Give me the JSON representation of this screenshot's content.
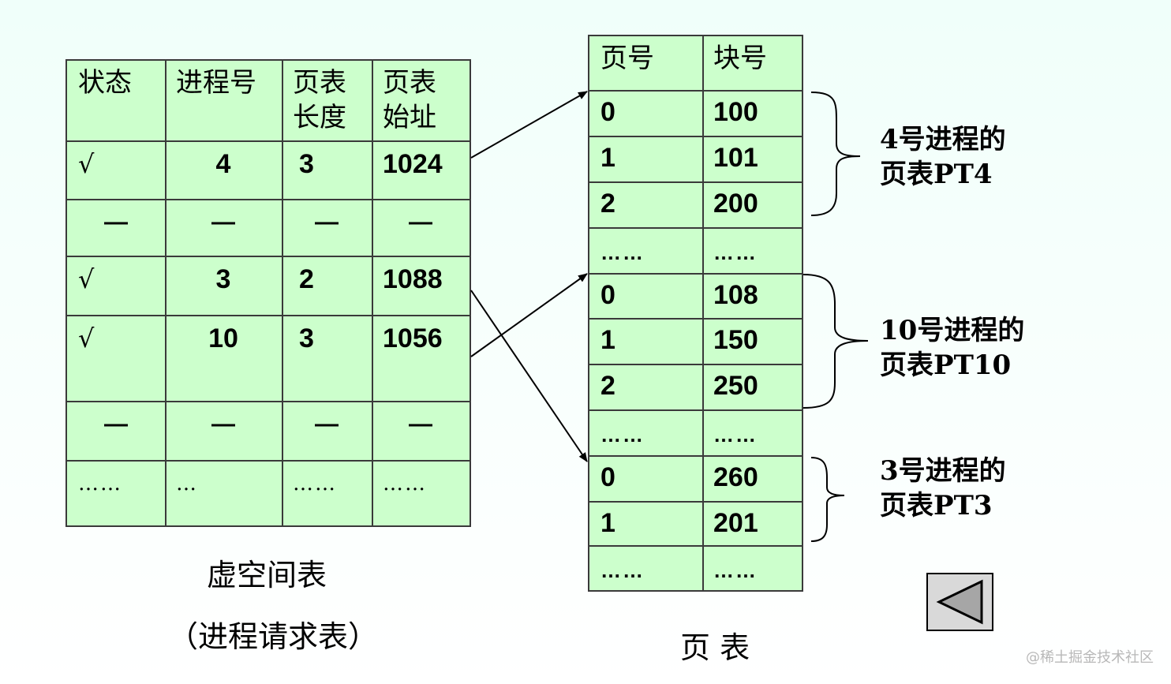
{
  "virtual_table": {
    "headers": [
      [
        "状态"
      ],
      [
        "进程号"
      ],
      [
        "页表",
        "长度"
      ],
      [
        "页表",
        "始址"
      ]
    ],
    "rows": [
      {
        "status": "√",
        "pid": "4",
        "length": "3",
        "start": "1024"
      },
      {
        "status": "—",
        "pid": "—",
        "length": "—",
        "start": "—"
      },
      {
        "status": "√",
        "pid": "3",
        "length": "2",
        "start": "1088"
      },
      {
        "status": "√",
        "pid": "10",
        "length": "3",
        "start": "1056"
      },
      {
        "status": "—",
        "pid": "—",
        "length": "—",
        "start": "—"
      },
      {
        "status": "……",
        "pid": "…",
        "length": "……",
        "start": "……"
      }
    ],
    "caption_line1": "虚空间表",
    "caption_line2": "（进程请求表）"
  },
  "page_table": {
    "headers": [
      "页号",
      "块号"
    ],
    "rows": [
      {
        "page": "0",
        "block": "100"
      },
      {
        "page": "1",
        "block": "101"
      },
      {
        "page": "2",
        "block": "200"
      },
      {
        "page": "……",
        "block": "……"
      },
      {
        "page": "0",
        "block": "108"
      },
      {
        "page": "1",
        "block": "150"
      },
      {
        "page": "2",
        "block": "250"
      },
      {
        "page": "……",
        "block": "……"
      },
      {
        "page": "0",
        "block": "260"
      },
      {
        "page": "1",
        "block": "201"
      },
      {
        "page": "……",
        "block": "……"
      }
    ],
    "caption": "页 表"
  },
  "annotations": [
    {
      "line1": "4号进程的",
      "line2": "页表PT4"
    },
    {
      "line1": "10号进程的",
      "line2": "页表PT10"
    },
    {
      "line1": "3号进程的",
      "line2": "页表PT3"
    }
  ],
  "back_button": {
    "icon": "triangle-left-icon"
  },
  "watermark": "@稀土掘金技术社区",
  "colors": {
    "table_fill": "#ccffcc",
    "border": "#3a3a3a",
    "button_fill": "#d9d9d9",
    "icon_fill": "#a6a6a6"
  }
}
